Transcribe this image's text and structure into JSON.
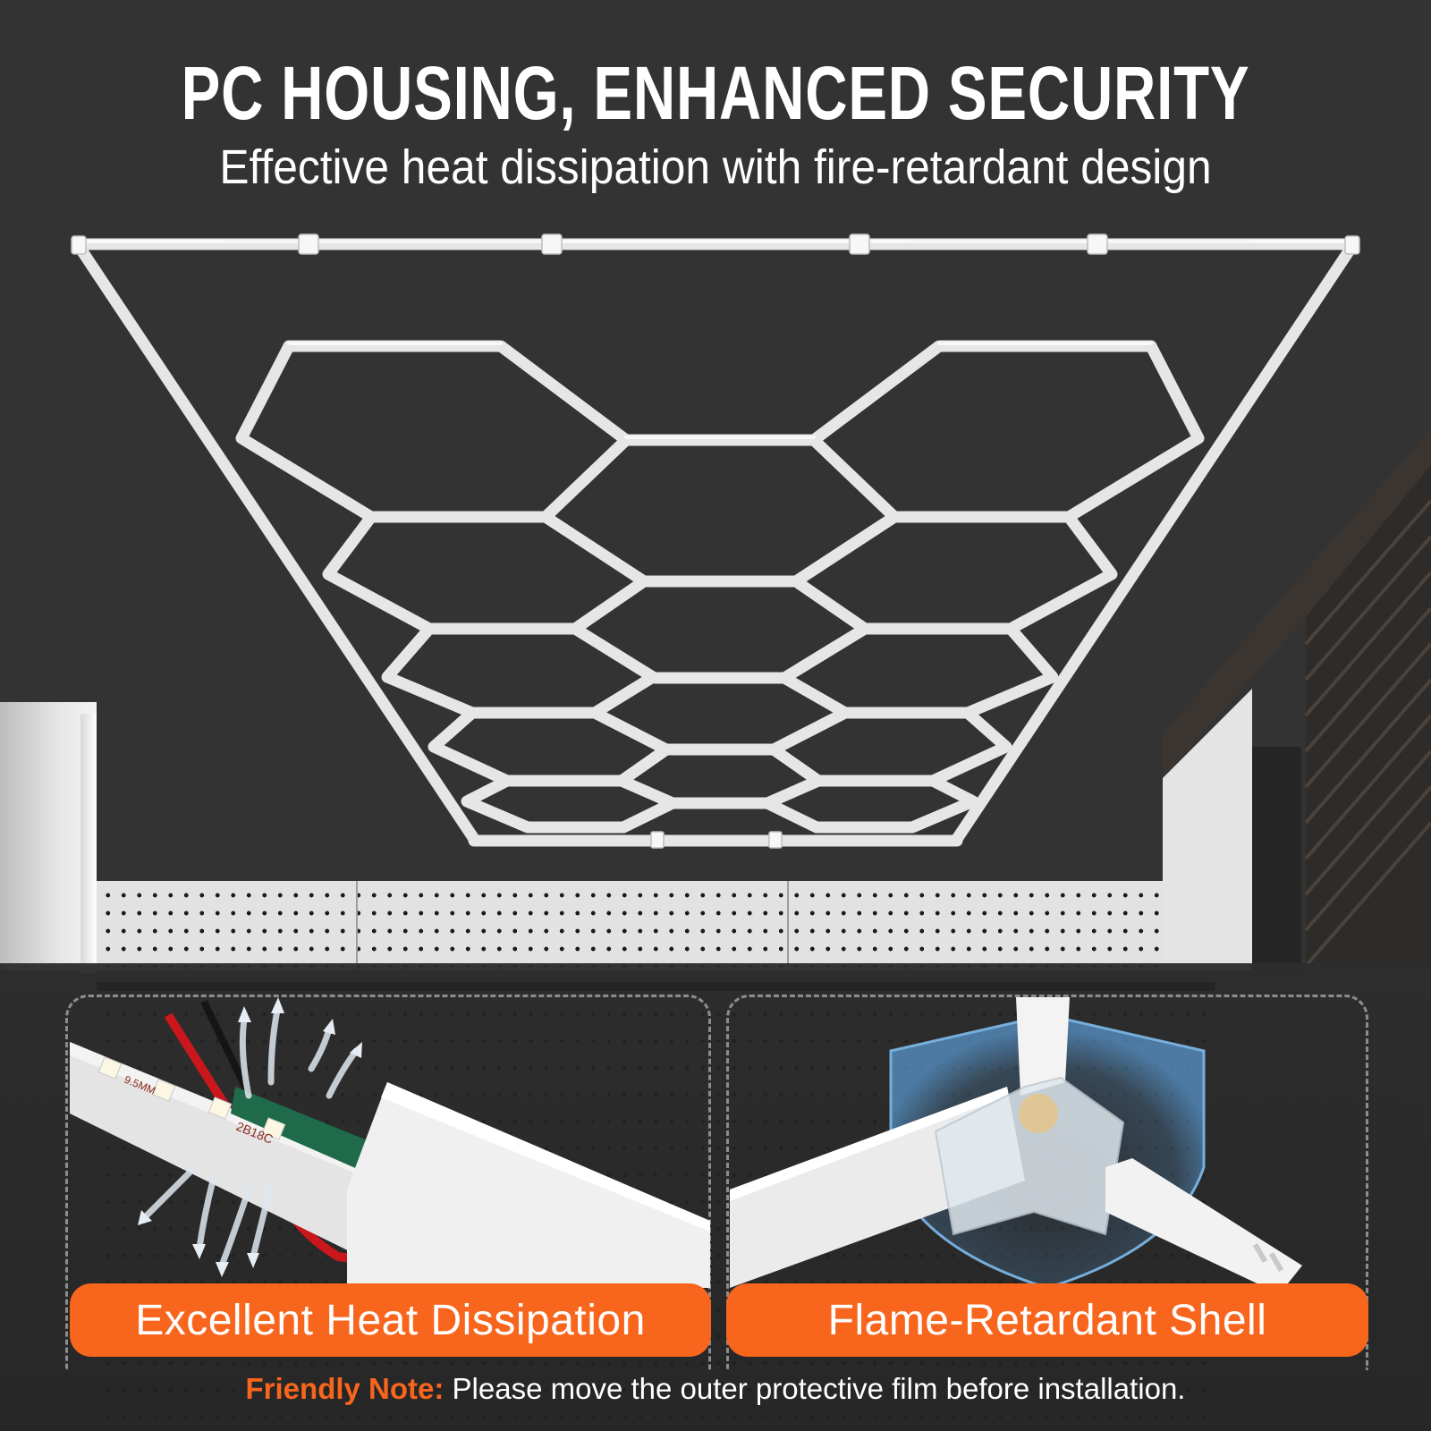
{
  "header": {
    "title": "PC HOUSING, ENHANCED SECURITY",
    "subtitle": "Effective heat dissipation with fire-retardant design"
  },
  "product_illustration": {
    "name": "hexagon-led-grid-light",
    "tube_color": "#e8e8e8",
    "background_color": "#333333"
  },
  "features": [
    {
      "label": "Excellent Heat Dissipation",
      "detail_icon": "heat-flow-arrows-icon",
      "pcb_markings": [
        "9.5MM",
        "2B18C"
      ]
    },
    {
      "label": "Flame-Retardant Shell",
      "detail_icon": "shield-icon"
    }
  ],
  "note": {
    "label": "Friendly Note:",
    "text": " Please move the outer protective film before installation."
  },
  "colors": {
    "accent": "#F8651C",
    "text": "#FFFFFF",
    "background": "#333333",
    "frame_dash": "#8D8D8D",
    "shield_glow": "#5FA8E8"
  }
}
